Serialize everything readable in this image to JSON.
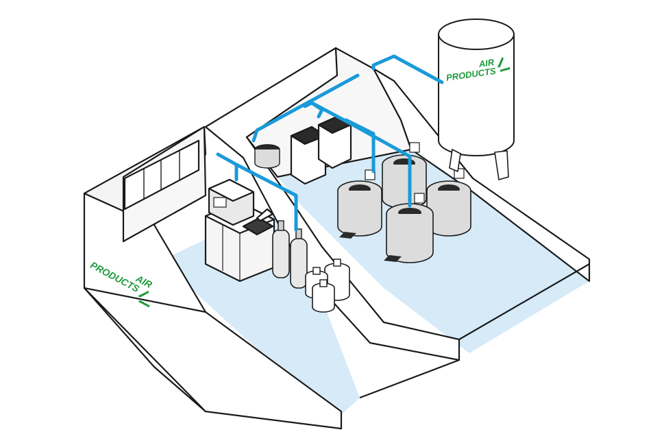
{
  "logos": {
    "wall_logo": {
      "line1": "AIR",
      "line2": "PRODUCTS"
    },
    "tank_logo": {
      "line1": "AIR",
      "line2": "PRODUCTS"
    }
  },
  "colors": {
    "floor": "#d6eaf8",
    "wall": "#ffffff",
    "wall_shade": "#f2f2f2",
    "outline": "#1a1a1a",
    "pipe": "#1a9ad9",
    "logo_green": "#1f9a3c",
    "vessel": "#dcdcdc",
    "vessel_dark": "#2a2a2a"
  },
  "icons": [
    "bulk-storage-tank-icon",
    "phase-separator-icon",
    "cryogenic-freezer-icon",
    "gas-cylinder-icon",
    "dewar-icon",
    "lab-bench-icon",
    "window-icon"
  ]
}
